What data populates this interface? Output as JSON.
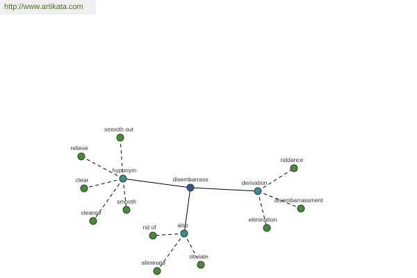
{
  "source": {
    "text": "http://www.artikata.com"
  },
  "colors": {
    "root_node": "#3b4f9e",
    "relation_node": "#3f8f8c",
    "term_node": "#4c8a3a",
    "node_stroke": "#1f3f1f",
    "edge": "#000000"
  },
  "graph": {
    "nodes": [
      {
        "id": "disembarrass",
        "label": "disembarrass",
        "kind": "root"
      },
      {
        "id": "hyponym",
        "label": "hyponym",
        "kind": "relation"
      },
      {
        "id": "derivation",
        "label": "derivation",
        "kind": "relation"
      },
      {
        "id": "also",
        "label": "also",
        "kind": "relation"
      },
      {
        "id": "smooth-out",
        "label": "smooth out",
        "kind": "term"
      },
      {
        "id": "relieve",
        "label": "relieve",
        "kind": "term"
      },
      {
        "id": "clear",
        "label": "clear",
        "kind": "term"
      },
      {
        "id": "cleanse",
        "label": "cleanse",
        "kind": "term"
      },
      {
        "id": "smooth",
        "label": "smooth",
        "kind": "term"
      },
      {
        "id": "riddance",
        "label": "riddance",
        "kind": "term"
      },
      {
        "id": "disembarrassment",
        "label": "disembarrassment",
        "kind": "term"
      },
      {
        "id": "elimination",
        "label": "elimination",
        "kind": "term"
      },
      {
        "id": "rid-of",
        "label": "rid of",
        "kind": "term"
      },
      {
        "id": "eliminate",
        "label": "eliminate",
        "kind": "term"
      },
      {
        "id": "obviate",
        "label": "obviate",
        "kind": "term"
      }
    ],
    "edges": [
      {
        "from": "disembarrass",
        "to": "hyponym",
        "style": "solid"
      },
      {
        "from": "disembarrass",
        "to": "derivation",
        "style": "solid"
      },
      {
        "from": "disembarrass",
        "to": "also",
        "style": "solid"
      },
      {
        "from": "hyponym",
        "to": "smooth-out",
        "style": "dashed"
      },
      {
        "from": "hyponym",
        "to": "relieve",
        "style": "dashed"
      },
      {
        "from": "hyponym",
        "to": "clear",
        "style": "dashed"
      },
      {
        "from": "hyponym",
        "to": "cleanse",
        "style": "dashed"
      },
      {
        "from": "hyponym",
        "to": "smooth",
        "style": "dashed"
      },
      {
        "from": "derivation",
        "to": "riddance",
        "style": "dashed"
      },
      {
        "from": "derivation",
        "to": "disembarrassment",
        "style": "dashed"
      },
      {
        "from": "derivation",
        "to": "elimination",
        "style": "dashed"
      },
      {
        "from": "also",
        "to": "rid-of",
        "style": "dashed"
      },
      {
        "from": "also",
        "to": "eliminate",
        "style": "dashed"
      },
      {
        "from": "also",
        "to": "obviate",
        "style": "dashed"
      }
    ]
  }
}
